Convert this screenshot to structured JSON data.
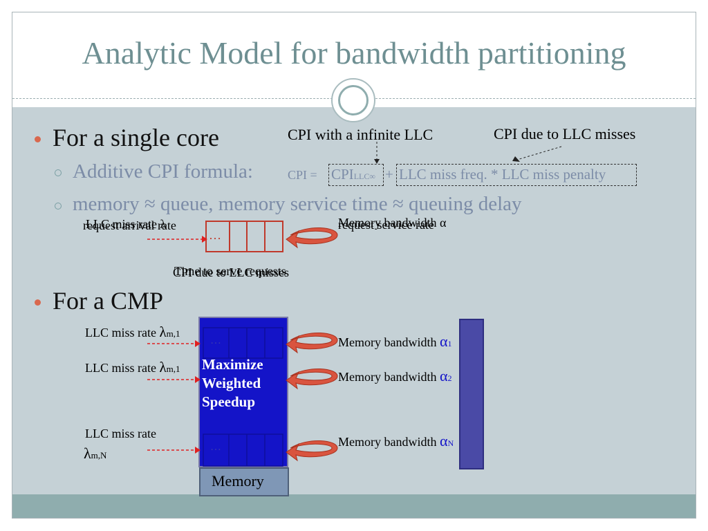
{
  "slide": {
    "title": "Analytic Model for bandwidth partitioning"
  },
  "single_core": {
    "heading": "For a single core",
    "cpi_infinite_label": "CPI with a infinite LLC",
    "cpi_misses_label": "CPI due to LLC misses",
    "formula_lead": "Additive CPI formula:",
    "formula_eq": "CPI =",
    "formula_term1": "CPI",
    "formula_term1_sub": "LLC∞",
    "formula_plus": "+",
    "formula_term2": "LLC miss freq. * LLC miss penalty",
    "queue_sentence": "memory ≈ queue, memory service time ≈ queuing delay",
    "left_label_a": "LLC miss rate λ",
    "left_label_b": "request arrival rate",
    "right_label_a": "Memory bandwidth α",
    "right_label_b": "request service rate",
    "bottom_label_a": "CPI due to LLC misses",
    "bottom_label_b": "Time to serve requests",
    "queue_dots": "…"
  },
  "cmp": {
    "heading": "For a CMP",
    "rows": [
      {
        "miss_rate_text": "LLC miss rate ",
        "lambda_sym": "λ",
        "lambda_sub": "m,1",
        "bandwidth_text": "Memory bandwidth ",
        "alpha_sym": "α",
        "alpha_sub": "1"
      },
      {
        "miss_rate_text": "LLC miss rate ",
        "lambda_sym": "λ",
        "lambda_sub": "m,1",
        "bandwidth_text": "Memory bandwidth ",
        "alpha_sym": "α",
        "alpha_sub": "2"
      },
      {
        "miss_rate_text": "LLC miss rate",
        "lambda_sym": "λ",
        "lambda_sub": "m,N",
        "bandwidth_text": "Memory bandwidth ",
        "alpha_sym": "α",
        "alpha_sub": "N"
      }
    ],
    "center_label": "Maximize Weighted Speedup",
    "memory_label": "Memory",
    "queue_dots": "…"
  },
  "colors": {
    "accent_bullet": "#d9684e",
    "title_color": "#6e8f92",
    "arrow_red": "#e02020",
    "cmp_blue": "#1414c8"
  }
}
